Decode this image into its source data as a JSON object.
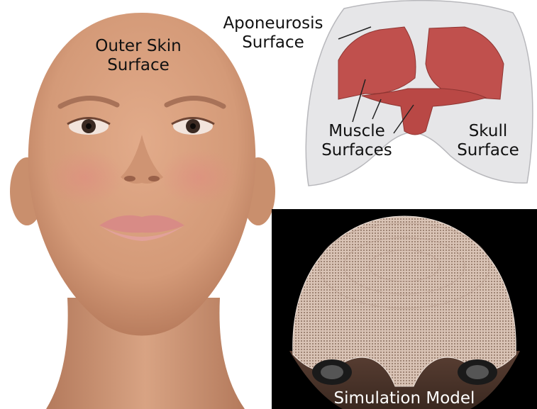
{
  "labels": {
    "outer_skin": [
      "Outer Skin",
      "Surface"
    ],
    "aponeurosis": [
      "Aponeurosis",
      "Surface"
    ],
    "muscle": [
      "Muscle",
      "Surfaces"
    ],
    "skull": [
      "Skull",
      "Surface"
    ],
    "simulation": "Simulation Model"
  },
  "colors": {
    "skin": "#d9a07e",
    "muscle": "#c0504d",
    "skull": "#e6e6e8",
    "background_sim": "#000000"
  }
}
